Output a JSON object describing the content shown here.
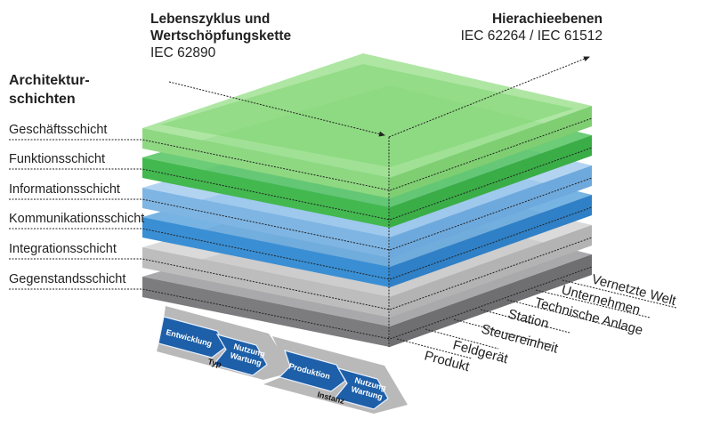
{
  "axes": {
    "lifecycle": {
      "title_line1": "Lebenszyklus  und",
      "title_line2": "Wertschöpfungskette",
      "standard": "IEC 62890"
    },
    "hierarchy": {
      "title": "Hierachieebenen",
      "standard": "IEC 62264 / IEC 61512",
      "levels": [
        "Produkt",
        "Feldgerät",
        "Steuereinheit",
        "Station",
        "Technische Anlage",
        "Unternehmen",
        "Vernetzte Welt"
      ]
    },
    "architecture": {
      "title_line1": "Architektur-",
      "title_line2": "schichten",
      "layers": [
        "Geschäftsschicht",
        "Funktionsschicht",
        "Informationsschicht",
        "Kommunikationsschicht",
        "Integrationsschicht",
        "Gegenstandsschicht"
      ]
    }
  },
  "lifecycle_banner": {
    "type_group": {
      "label": "Typ",
      "steps": [
        "Entwicklung",
        "Nutzung\nWartung"
      ]
    },
    "instance_group": {
      "label": "Instanz",
      "steps": [
        "Produktion",
        "Nutzung\nWartung"
      ]
    }
  },
  "colors": {
    "green_light": "#9fe08f",
    "green_dark": "#4cc25a",
    "blue_light": "#9cc6ea",
    "blue_dark": "#3a8fd4",
    "gray_light": "#d2d2d2",
    "gray_dark": "#8a8a8c",
    "chevron_blue": "#1d5fa8",
    "banner_gray": "#b9b9b9"
  }
}
